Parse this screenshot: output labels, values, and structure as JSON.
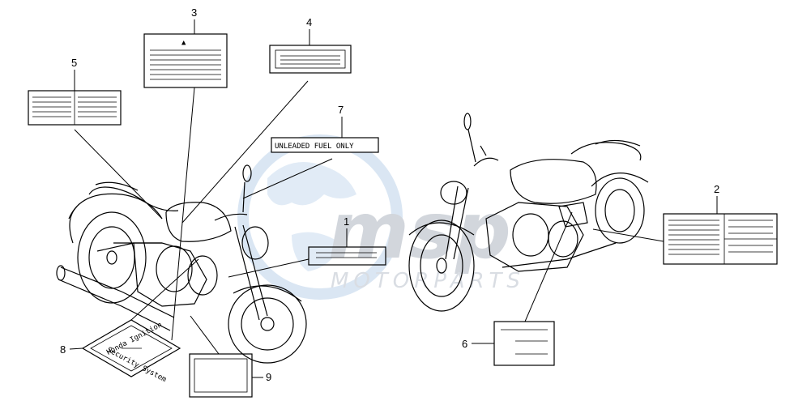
{
  "diagram": {
    "callouts": [
      {
        "id": "1",
        "text": "1"
      },
      {
        "id": "2",
        "text": "2"
      },
      {
        "id": "3",
        "text": "3"
      },
      {
        "id": "4",
        "text": "4"
      },
      {
        "id": "5",
        "text": "5"
      },
      {
        "id": "6",
        "text": "6"
      },
      {
        "id": "7",
        "text": "7"
      },
      {
        "id": "8",
        "text": "8"
      },
      {
        "id": "9",
        "text": "9"
      }
    ],
    "fuel_label_text": "UNLEADED FUEL ONLY",
    "security_label_lines": [
      "Honda Ignition",
      "Security System"
    ],
    "warning_symbol": "▲"
  },
  "watermark": {
    "logo": "msp",
    "text": "MOTORPARTS",
    "color": "#d2d6dc"
  }
}
